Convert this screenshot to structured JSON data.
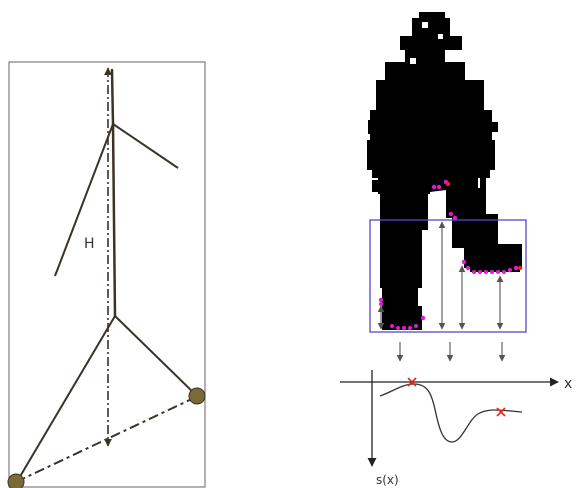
{
  "left_panel": {
    "height_label": "H"
  },
  "right_panel": {
    "x_axis_label": "x",
    "y_axis_label": "s(x)"
  },
  "colors": {
    "stick": "#3a3328",
    "joint": "#7a6a38",
    "silhouette": "#000000",
    "box": "#5a47c8",
    "marker": "#e01ad8",
    "arrow": "#555555",
    "cross": "#e8241a"
  }
}
